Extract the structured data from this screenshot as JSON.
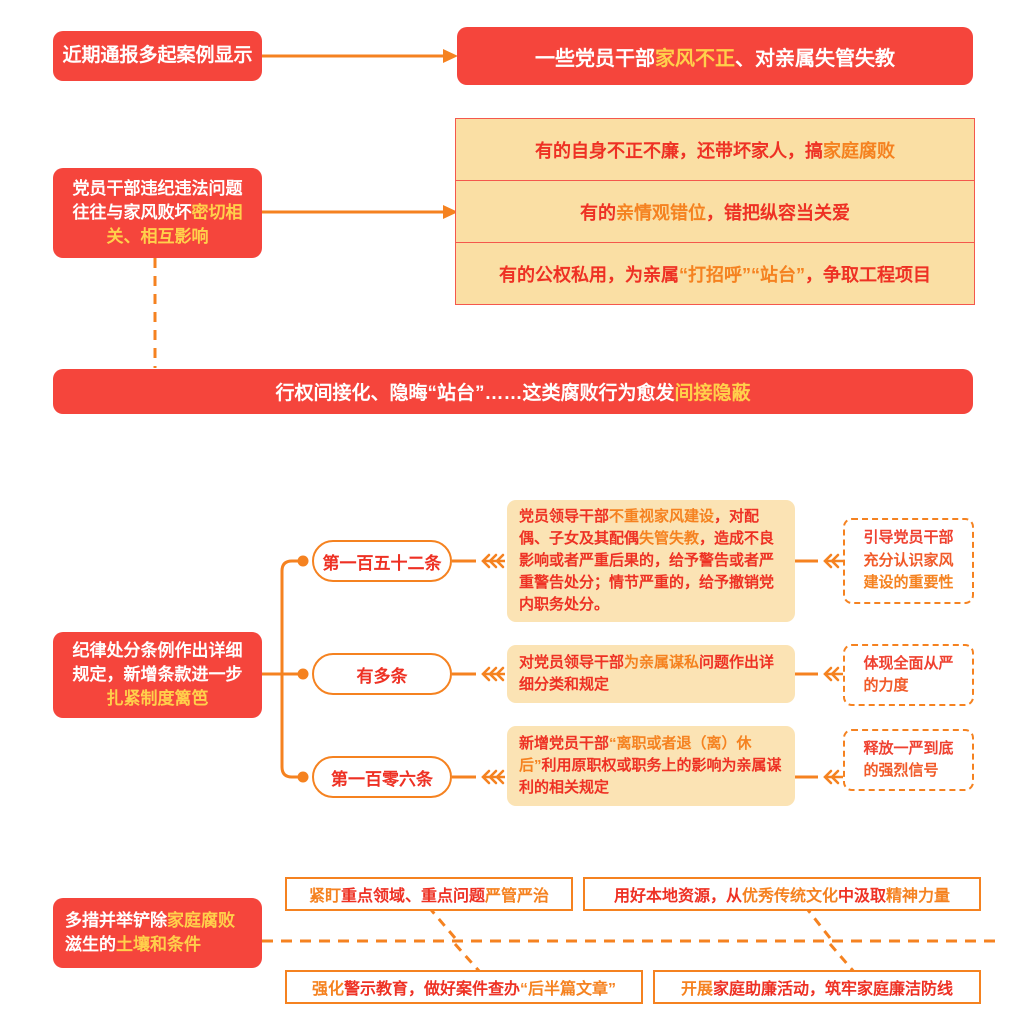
{
  "theme": {
    "red": "#f5453c",
    "deep_red": "#ee3124",
    "orange": "#f58220",
    "yellow": "#ffd04b",
    "cream": "#fadfa4",
    "cream_card": "#fbe3b4"
  },
  "section1": {
    "source_box": "近期通报多起案例显示",
    "headline_parts": [
      {
        "t": "一些党员干部",
        "hl": false
      },
      {
        "t": "家风不正",
        "hl": true
      },
      {
        "t": "、对亲属失管失教",
        "hl": false
      }
    ],
    "headline_plain": "一些党员干部家风不正、对亲属失管失教",
    "cause_box_parts": [
      {
        "t": "党员干部违纪违法问题往往与家风败坏",
        "hl": false
      },
      {
        "t": "密切相关、相互影响",
        "hl": true
      }
    ],
    "cause_box_plain": "党员干部违纪违法问题往往与家风败坏密切相关、相互影响",
    "rows": [
      {
        "plain": "有的自身不正不廉，还带坏家人，搞家庭腐败",
        "parts": [
          {
            "t": "有的自身不正不廉，还带坏家人，搞",
            "hl": false
          },
          {
            "t": "家庭腐败",
            "hl": true
          }
        ]
      },
      {
        "plain": "有的亲情观错位，错把纵容当关爱",
        "parts": [
          {
            "t": "有的",
            "hl": false
          },
          {
            "t": "亲情观错位",
            "hl": true
          },
          {
            "t": "，错把纵容当关爱",
            "hl": false
          }
        ]
      },
      {
        "plain": "有的公权私用，为亲属“打招呼”“站台”，争取工程项目",
        "parts": [
          {
            "t": "有的公权私用，为亲属",
            "hl": false
          },
          {
            "t": "“打招呼”“站台”",
            "hl": true
          },
          {
            "t": "，争取工程项目",
            "hl": false
          }
        ]
      }
    ],
    "summary_banner_parts": [
      {
        "t": "行权间接化、隐晦“站台”……这类腐败行为愈发",
        "hl": false
      },
      {
        "t": "间接隐蔽",
        "hl": true
      }
    ],
    "summary_banner_plain": "行权间接化、隐晦“站台”……这类腐败行为愈发间接隐蔽"
  },
  "section2": {
    "root_box_parts": [
      {
        "t": "纪律处分条例作出详细规定，新增条款进一步",
        "hl": false
      },
      {
        "t": "扎紧制度篱笆",
        "hl": true
      }
    ],
    "root_box_plain": "纪律处分条例作出详细规定，新增条款进一步扎紧制度篱笆",
    "branches": [
      {
        "label": "第一百五十二条",
        "detail_plain": "党员领导干部不重视家风建设，对配偶、子女及其配偶失管失教，造成不良影响或者严重后果的，给予警告或者严重警告处分；情节严重的，给予撤销党内职务处分。",
        "detail_parts": [
          {
            "t": "党员领导干部",
            "hl": false
          },
          {
            "t": "不重视家风建设",
            "hl": true
          },
          {
            "t": "，对配偶、子女及其配偶",
            "hl": false
          },
          {
            "t": "失管失教",
            "hl": true
          },
          {
            "t": "，造成不良影响或者严重后果的，给予警告或者严重警告处分；情节严重的，给予撤销党内职务处分。",
            "hl": false
          }
        ],
        "outcome_lines": [
          "引导党员干部",
          "充分认识家风",
          "建设的重要性"
        ]
      },
      {
        "label": "有多条",
        "detail_plain": "对党员领导干部为亲属谋私问题作出详细分类和规定",
        "detail_parts": [
          {
            "t": "对党员领导干部",
            "hl": false
          },
          {
            "t": "为亲属谋私",
            "hl": true
          },
          {
            "t": "问题作出详细分类和规定",
            "hl": false
          }
        ],
        "outcome_lines": [
          "体现全面从严",
          "的力度"
        ]
      },
      {
        "label": "第一百零六条",
        "detail_plain": "新增党员干部“离职或者退（离）休后”利用原职权或职务上的影响为亲属谋利的相关规定",
        "detail_parts": [
          {
            "t": "新增党员干部",
            "hl": false
          },
          {
            "t": "“离职或者退（离）休后”",
            "hl": true
          },
          {
            "t": "利用原职权或职务上的影响为亲属谋利的相关规定",
            "hl": false
          }
        ],
        "outcome_lines": [
          "释放一严到底",
          "的强烈信号"
        ]
      }
    ]
  },
  "section3": {
    "root_box_parts": [
      {
        "t": "多措并举铲除",
        "hl": false
      },
      {
        "t": "家庭腐败",
        "hl": true
      },
      {
        "t": "滋生的",
        "hl": false
      },
      {
        "t": "土壤和条件",
        "hl": true
      }
    ],
    "root_box_plain": "多措并举铲除家庭腐败滋生的土壤和条件",
    "measures": [
      {
        "plain": "紧盯重点领域、重点问题严管严治",
        "parts": [
          {
            "t": "紧盯",
            "hl": true
          },
          {
            "t": "重点领域、重点问题",
            "hl": false
          },
          {
            "t": "严管严治",
            "hl": true
          }
        ]
      },
      {
        "plain": "用好本地资源，从优秀传统文化中汲取精神力量",
        "parts": [
          {
            "t": "用好本地资源，从",
            "hl": false
          },
          {
            "t": "优秀传统文化",
            "hl": true
          },
          {
            "t": "中汲取",
            "hl": false
          },
          {
            "t": "精神力量",
            "hl": true
          }
        ]
      },
      {
        "plain": "强化警示教育，做好案件查办“后半篇文章”",
        "parts": [
          {
            "t": "强化",
            "hl": true
          },
          {
            "t": "警示教育，做好案件查办",
            "hl": false
          },
          {
            "t": "“后半篇文章”",
            "hl": true
          }
        ]
      },
      {
        "plain": "开展家庭助廉活动，筑牢家庭廉洁防线",
        "parts": [
          {
            "t": "开展",
            "hl": true
          },
          {
            "t": "家庭助廉活动，筑牢家庭廉洁防线",
            "hl": false
          }
        ]
      }
    ]
  },
  "icons": {
    "arrow_right": "arrow-right-icon",
    "triple_chevron": "triple-chevron-icon",
    "branch_dot": "branch-dot-icon"
  }
}
